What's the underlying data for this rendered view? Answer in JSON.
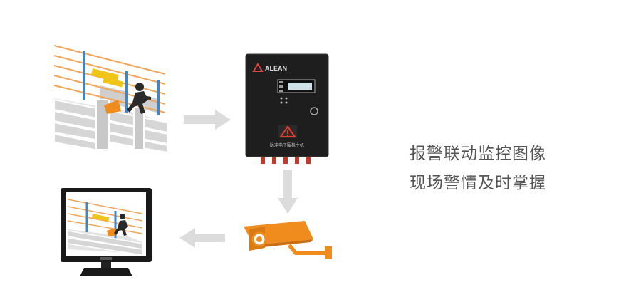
{
  "captions": {
    "line1": "报警联动监控图像",
    "line2": "现场警情及时掌握"
  },
  "controller": {
    "brand": "ALEAN",
    "label": "脉冲电子围栏主机"
  },
  "colors": {
    "accent_orange": "#f08c1e",
    "arrow_gray": "#dcdcdc",
    "controller_body": "#1e1e1e",
    "wall_gray": "#d9d9d9",
    "caption_text": "#555555"
  },
  "icons": {
    "fence": "electric-fence-intruder",
    "controller": "alarm-host-box",
    "camera": "cctv-camera",
    "monitor": "lcd-monitor",
    "warning": "warning-triangle"
  }
}
